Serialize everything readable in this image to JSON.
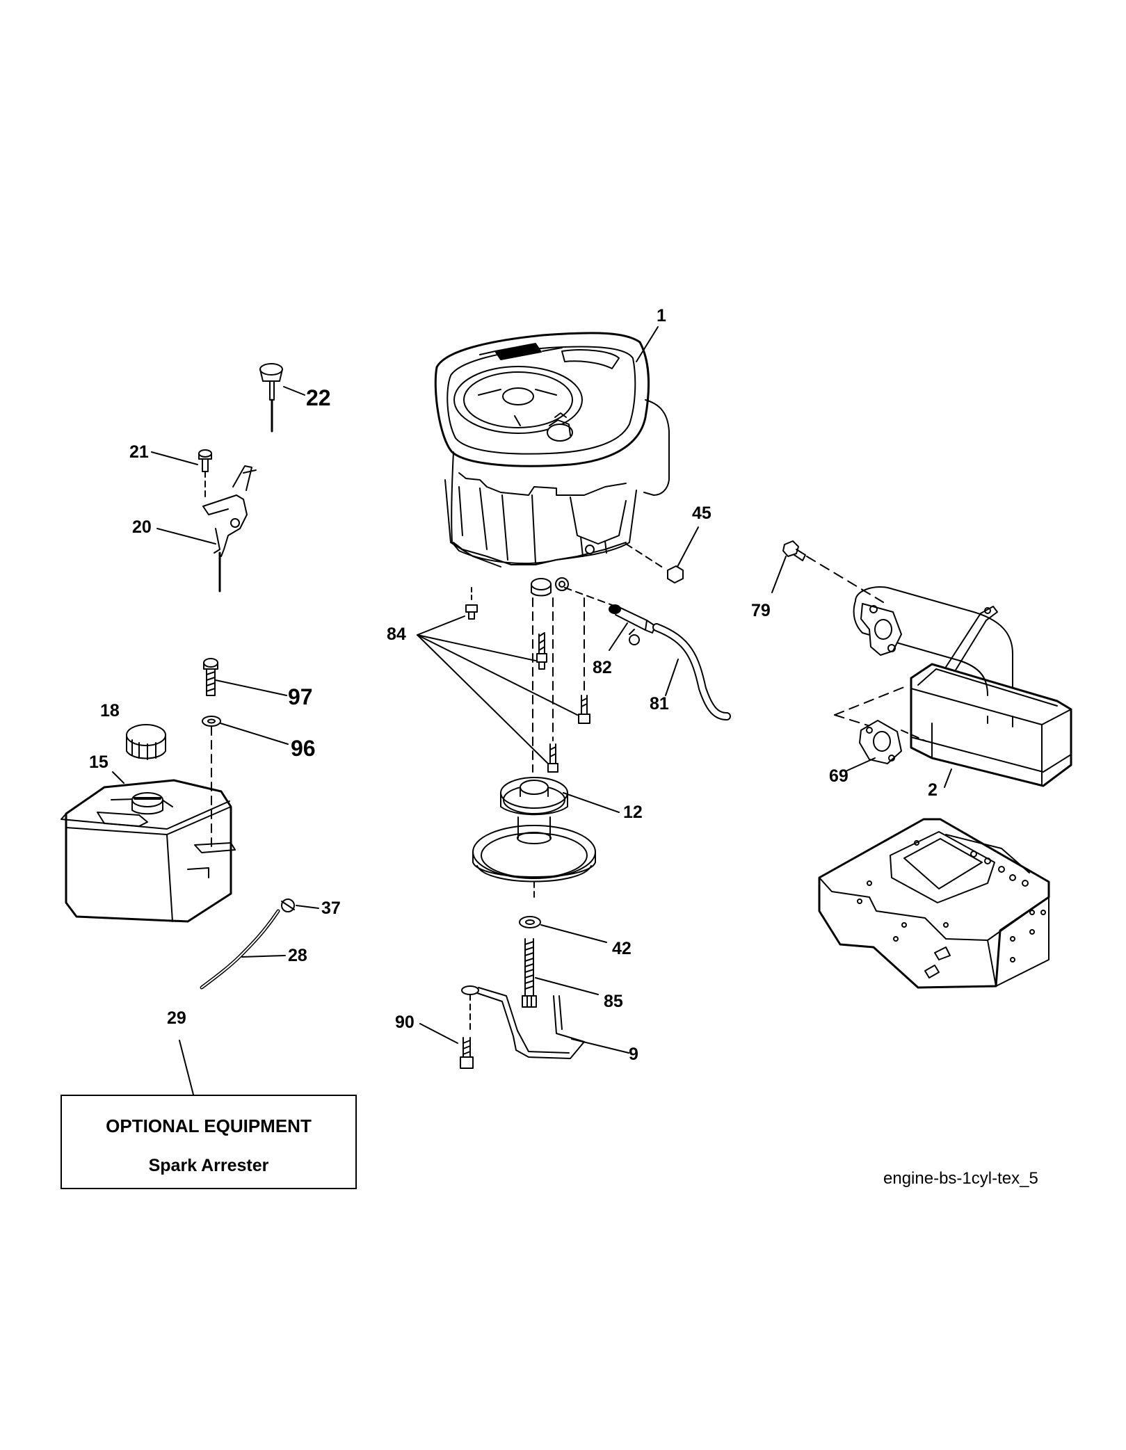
{
  "labels": {
    "p1": "1",
    "p2": "2",
    "p9": "9",
    "p12": "12",
    "p15": "15",
    "p18": "18",
    "p20": "20",
    "p21": "21",
    "p22": "22",
    "p28": "28",
    "p29": "29",
    "p37": "37",
    "p42": "42",
    "p45": "45",
    "p69": "69",
    "p79": "79",
    "p81": "81",
    "p82": "82",
    "p84": "84",
    "p85": "85",
    "p90": "90",
    "p96": "96",
    "p97": "97"
  },
  "optional_box": {
    "title": "OPTIONAL EQUIPMENT",
    "item": "Spark Arrester"
  },
  "reference": "engine-bs-1cyl-tex_5"
}
